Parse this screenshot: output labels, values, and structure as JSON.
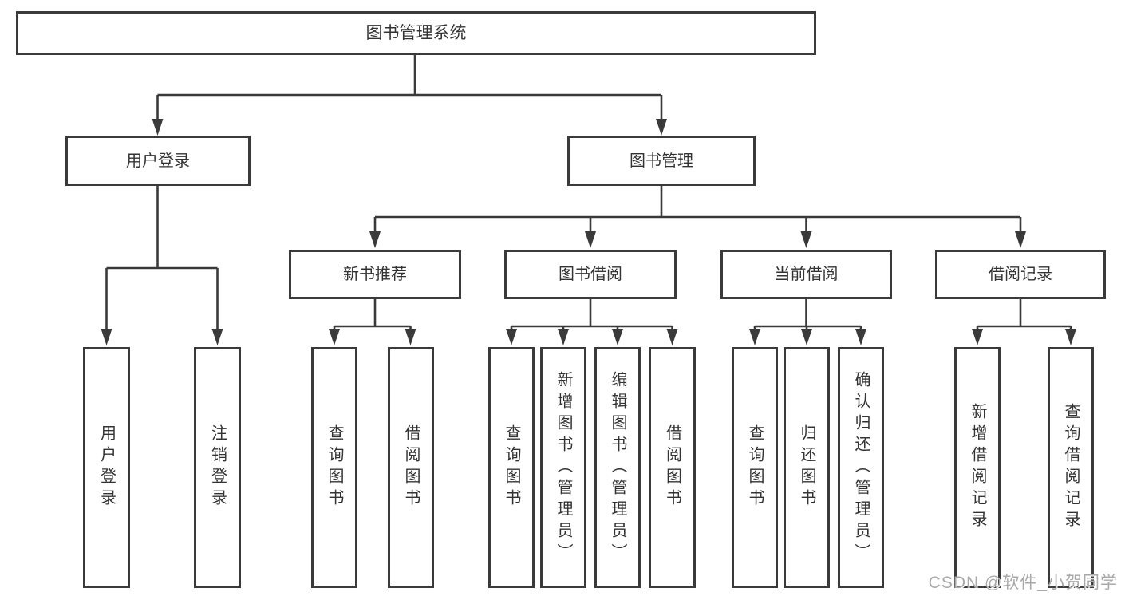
{
  "tree": {
    "label": "图书管理系统",
    "children": [
      {
        "label": "用户登录",
        "children": [
          {
            "label": "用户登录"
          },
          {
            "label": "注销登录"
          }
        ]
      },
      {
        "label": "图书管理",
        "children": [
          {
            "label": "新书推荐",
            "children": [
              {
                "label": "查询图书"
              },
              {
                "label": "借阅图书"
              }
            ]
          },
          {
            "label": "图书借阅",
            "children": [
              {
                "label": "查询图书"
              },
              {
                "label": "新增图书（管理员）"
              },
              {
                "label": "编辑图书（管理员）"
              },
              {
                "label": "借阅图书"
              }
            ]
          },
          {
            "label": "当前借阅",
            "children": [
              {
                "label": "查询图书"
              },
              {
                "label": "归还图书"
              },
              {
                "label": "确认归还（管理员）"
              }
            ]
          },
          {
            "label": "借阅记录",
            "children": [
              {
                "label": "新增借阅记录"
              },
              {
                "label": "查询借阅记录"
              }
            ]
          }
        ]
      }
    ]
  },
  "watermark": {
    "text": "CSDN @软件_小贺同学"
  },
  "style": {
    "line_color": "#3a3a3a",
    "text_color": "#333333",
    "background": "#ffffff",
    "watermark_color": "#a9a9a9"
  }
}
